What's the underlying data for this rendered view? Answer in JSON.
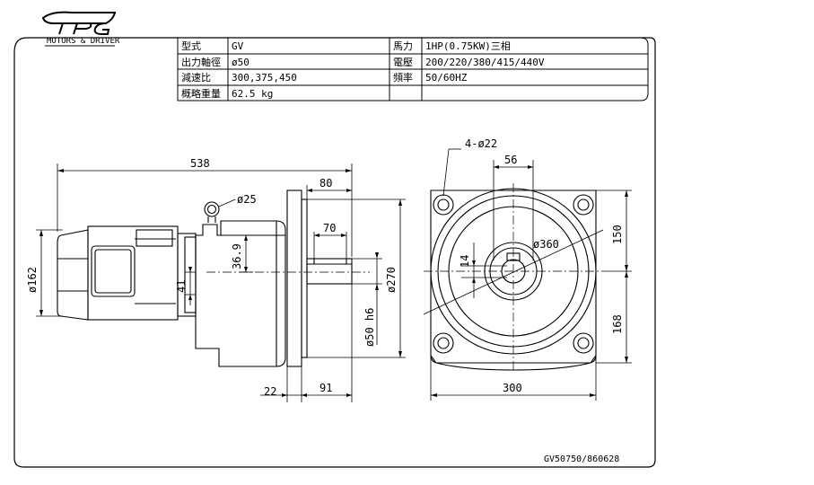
{
  "logo": {
    "brand": "TPG",
    "tagline": "MOTORS & DRIVER"
  },
  "spec_table": {
    "rows": [
      {
        "label1": "型式",
        "value1": "GV",
        "label2": "馬力",
        "value2": "1HP(0.75KW)三相"
      },
      {
        "label1": "出力軸徑",
        "value1": "ø50",
        "label2": "電壓",
        "value2": "200/220/380/415/440V"
      },
      {
        "label1": "減速比",
        "value1": "300,375,450",
        "label2": "頻率",
        "value2": "50/60HZ"
      },
      {
        "label1": "概略重量",
        "value1": "62.5 kg",
        "label2": "",
        "value2": ""
      }
    ]
  },
  "side_view": {
    "overall_length": "538",
    "dia_motor": "ø162",
    "eyebolt": "ø25",
    "dim_80": "80",
    "dim_70": "70",
    "dim_36_9": "36.9",
    "dim_41": "41",
    "dim_22": "22",
    "dim_91": "91",
    "dia_flange": "ø270",
    "dia_shaft": "ø50 h6"
  },
  "front_view": {
    "holes": "4-ø22",
    "width_top": "56",
    "pcd": "ø360",
    "key_width": "14",
    "height_top": "150",
    "height_bottom": "168",
    "base_width": "300"
  },
  "footer": {
    "drawing_number": "GV50750/860628"
  }
}
